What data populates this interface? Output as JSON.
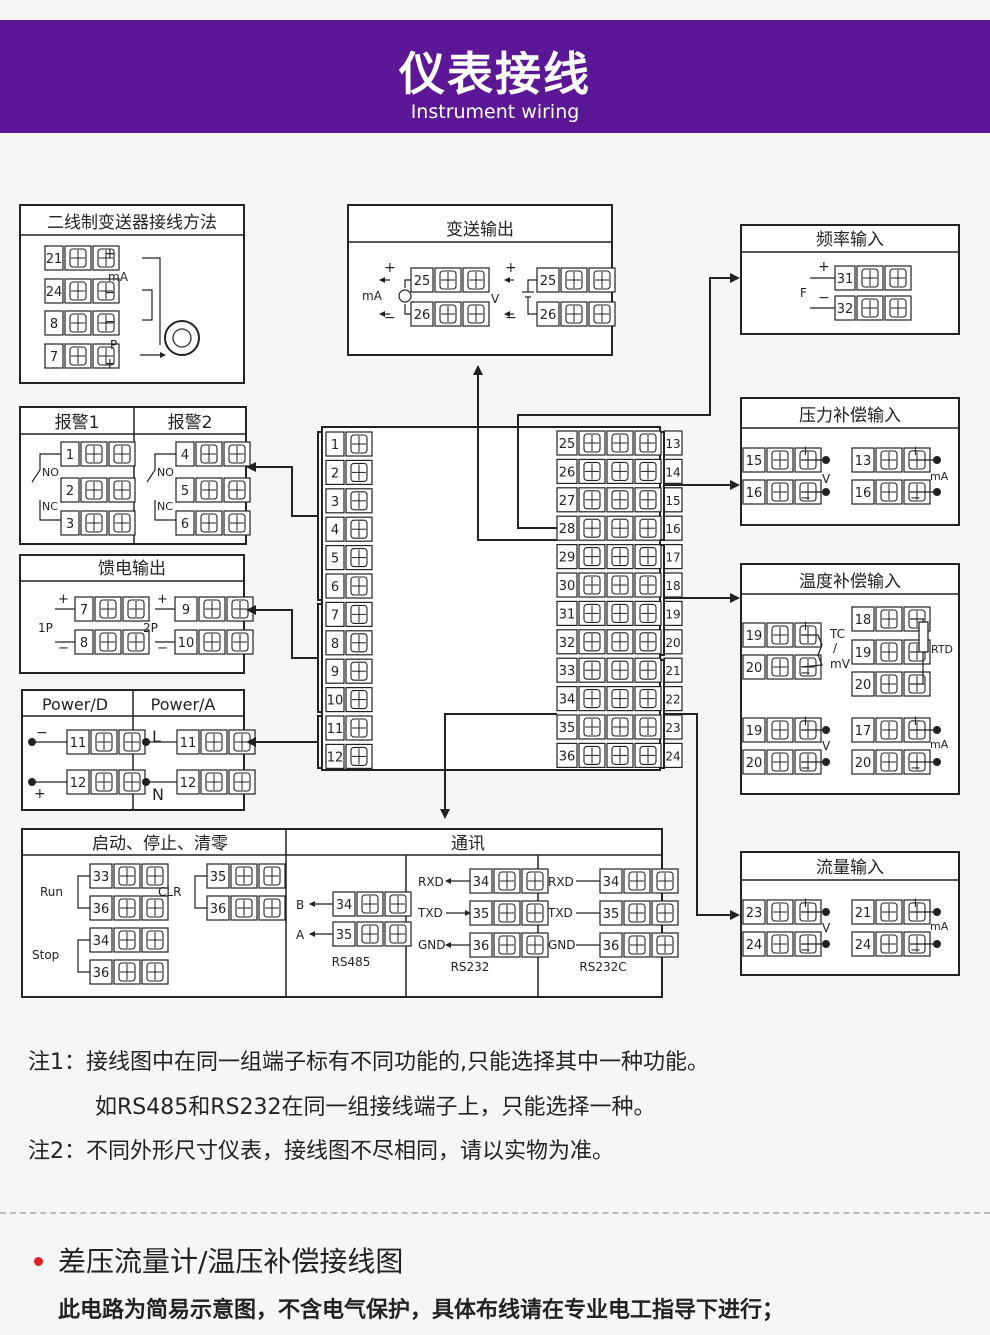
{
  "header": {
    "title": "仪表接线",
    "subtitle": "Instrument wiring"
  },
  "boxes": {
    "two_wire": {
      "title": "二线制变送器接线方法",
      "terminals": [
        "21",
        "24",
        "8",
        "7"
      ],
      "mA": "mA",
      "P": "P"
    },
    "transmit": {
      "title": "变送输出",
      "mA": "mA",
      "V": "V",
      "terminals": [
        "25",
        "26"
      ]
    },
    "freq": {
      "title": "频率输入",
      "F": "F",
      "terminals": [
        "31",
        "32"
      ]
    },
    "alarm1": {
      "title": "报警1",
      "terminals": [
        "1",
        "2",
        "3"
      ],
      "NO": "NO",
      "NC": "NC"
    },
    "alarm2": {
      "title": "报警2",
      "terminals": [
        "4",
        "5",
        "6"
      ],
      "NO": "NO",
      "NC": "NC"
    },
    "feed": {
      "title": "馈电输出",
      "p1": "1P",
      "p2": "2P",
      "terminals": [
        "7",
        "8",
        "9",
        "10"
      ]
    },
    "powerD": {
      "title": "Power/D",
      "terminals": [
        "11",
        "12"
      ]
    },
    "powerA": {
      "title": "Power/A",
      "L": "L",
      "N": "N",
      "terminals": [
        "11",
        "12"
      ]
    },
    "pressure": {
      "title": "压力补偿输入",
      "V": "V",
      "mA": "mA",
      "terminals": [
        "15",
        "16",
        "13",
        "16"
      ]
    },
    "temp": {
      "title": "温度补偿输入",
      "tc": "TC",
      "slash": "/",
      "mv": "mV",
      "rtd": "RTD",
      "V": "V",
      "mA": "mA",
      "terminals": [
        "19",
        "20",
        "18",
        "19",
        "20",
        "19",
        "20",
        "17",
        "20"
      ]
    },
    "flow": {
      "title": "流量输入",
      "V": "V",
      "mA": "mA",
      "terminals": [
        "23",
        "24",
        "21",
        "24"
      ]
    },
    "start": {
      "title": "启动、停止、清零",
      "run": "Run",
      "stop": "Stop",
      "clr": "CLR",
      "terminals": [
        "33",
        "36",
        "34",
        "36",
        "35",
        "36"
      ]
    },
    "comm": {
      "title": "通讯",
      "rs485": "RS485",
      "rs232": "RS232",
      "rs232c": "RS232C",
      "B": "B",
      "A": "A",
      "RXD": "RXD",
      "TXD": "TXD",
      "GND": "GND",
      "terminals": [
        "34",
        "35",
        "36"
      ]
    }
  },
  "center": {
    "left_terminals": [
      "1",
      "2",
      "3",
      "4",
      "5",
      "6",
      "7",
      "8",
      "9",
      "10",
      "11",
      "12"
    ],
    "right_a": [
      "25",
      "26",
      "27",
      "28",
      "29",
      "30",
      "31",
      "32",
      "33",
      "34",
      "35",
      "36"
    ],
    "right_b": [
      "13",
      "14",
      "15",
      "16",
      "17",
      "18",
      "19",
      "20",
      "21",
      "22",
      "23",
      "24"
    ]
  },
  "notes": {
    "n1": "注1：接线图中在同一组端子标有不同功能的,只能选择其中一种功能。",
    "n1b": "如RS485和RS232在同一组接线端子上，只能选择一种。",
    "n2": "注2：不同外形尺寸仪表，接线图不尽相同，请以实物为准。"
  },
  "section": {
    "title": "差压流量计/温压补偿接线图",
    "subtitle": "此电路为简易示意图，不含电气保护，具体布线请在专业电工指导下进行；"
  },
  "colors": {
    "banner": "#5b1795",
    "bullet": "#e32020",
    "line": "#222222"
  }
}
